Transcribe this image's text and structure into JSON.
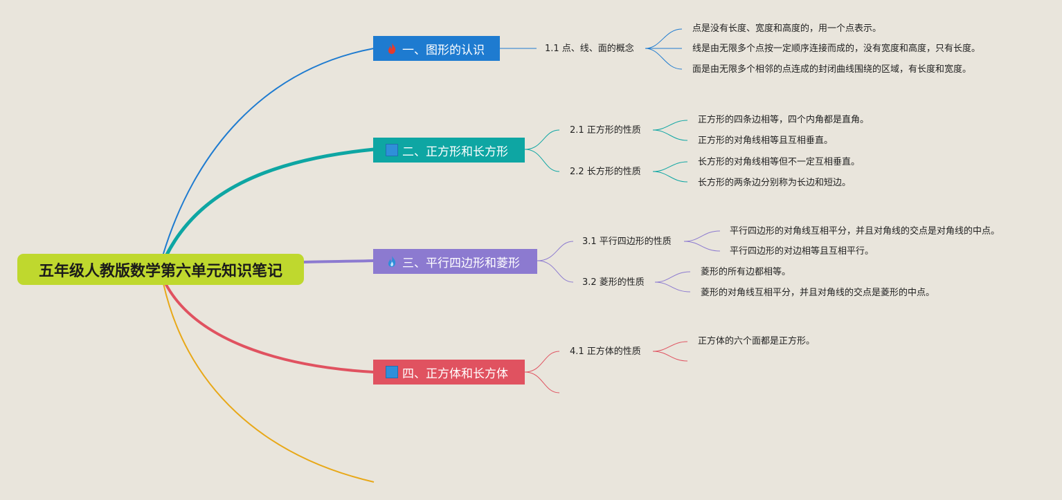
{
  "root": {
    "title": "五年级人教版数学第六单元知识笔记"
  },
  "colors": {
    "root": "#bfd82e",
    "branch1": "#1e7bd0",
    "branch2": "#0ea6a3",
    "branch3": "#8c7ad0",
    "branch4": "#e05260",
    "extra": "#e8a818"
  },
  "branches": [
    {
      "label": "一、图形的认识",
      "icon": "fire-icon",
      "subs": [
        {
          "label": "1.1 点、线、面的概念",
          "leaves": [
            "点是没有长度、宽度和高度的，用一个点表示。",
            "线是由无限多个点按一定顺序连接而成的，没有宽度和高度，只有长度。",
            "面是由无限多个相邻的点连成的封闭曲线围绕的区域，有长度和宽度。"
          ]
        }
      ]
    },
    {
      "label": "二、正方形和长方形",
      "icon": "square-icon",
      "subs": [
        {
          "label": "2.1 正方形的性质",
          "leaves": [
            "正方形的四条边相等，四个内角都是直角。",
            "正方形的对角线相等且互相垂直。"
          ]
        },
        {
          "label": "2.2 长方形的性质",
          "leaves": [
            "长方形的对角线相等但不一定互相垂直。",
            "长方形的两条边分别称为长边和短边。"
          ]
        }
      ]
    },
    {
      "label": "三、平行四边形和菱形",
      "icon": "flame-icon",
      "subs": [
        {
          "label": "3.1 平行四边形的性质",
          "leaves": [
            "平行四边形的对角线互相平分，并且对角线的交点是对角线的中点。",
            "平行四边形的对边相等且互相平行。"
          ]
        },
        {
          "label": "3.2 菱形的性质",
          "leaves": [
            "菱形的所有边都相等。",
            "菱形的对角线互相平分，并且对角线的交点是菱形的中点。"
          ]
        }
      ]
    },
    {
      "label": "四、正方体和长方体",
      "icon": "square-icon",
      "subs": [
        {
          "label": "4.1 正方体的性质",
          "leaves": [
            "正方体的六个面都是正方形。"
          ]
        }
      ]
    }
  ]
}
